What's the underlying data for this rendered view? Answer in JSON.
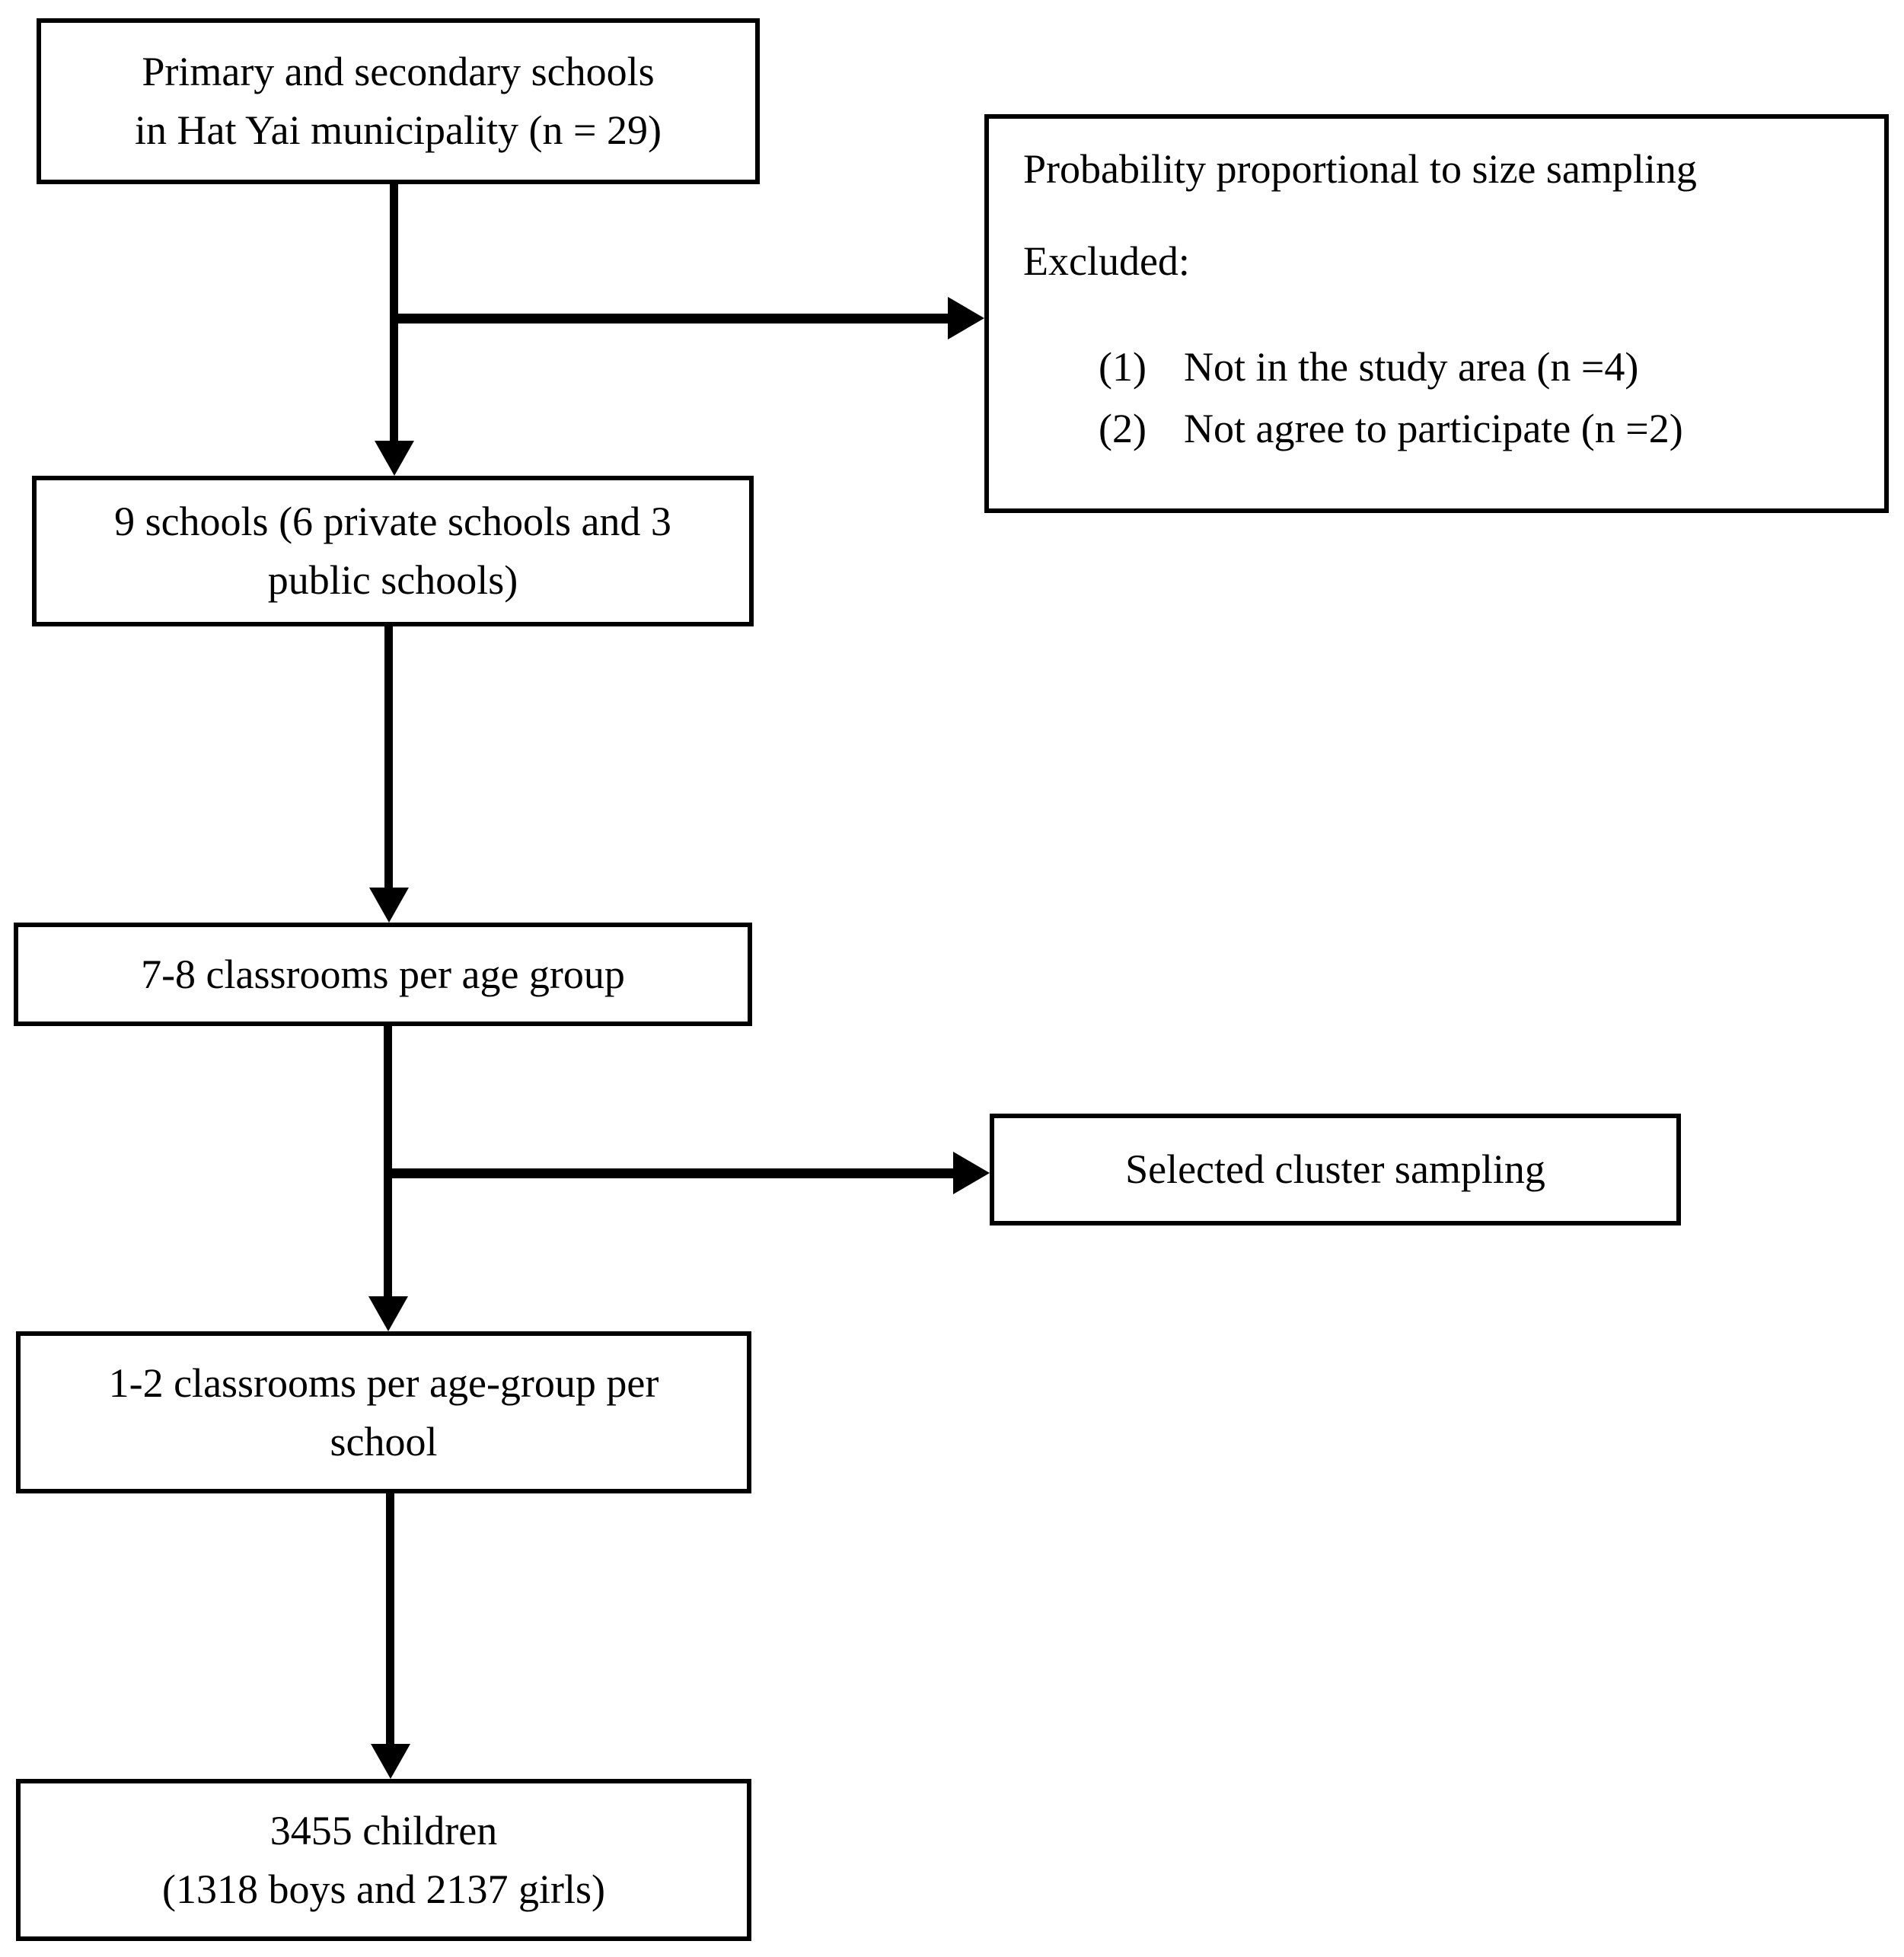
{
  "colors": {
    "line": "#000000",
    "text": "#000000",
    "background": "#ffffff"
  },
  "flowchart": {
    "node_population": {
      "line1": "Primary and secondary schools",
      "line2": "in Hat Yai municipality (n = 29)"
    },
    "node_exclusion": {
      "line1": "Probability proportional to size sampling",
      "excluded_label": "Excluded:",
      "items": [
        {
          "num": "(1)",
          "text": "Not in the study area (n =4)"
        },
        {
          "num": "(2)",
          "text": "Not agree to participate (n =2)"
        }
      ]
    },
    "node_schools": {
      "line1": "9 schools (6 private schools and 3",
      "line2": "public schools)"
    },
    "node_classrooms": {
      "line1": "7-8 classrooms per age group"
    },
    "node_cluster": {
      "line1": "Selected cluster sampling"
    },
    "node_selected": {
      "line1": "1-2 classrooms per age-group per",
      "line2": "school"
    },
    "node_children": {
      "line1": "3455 children",
      "line2": "(1318 boys and 2137 girls)"
    }
  }
}
